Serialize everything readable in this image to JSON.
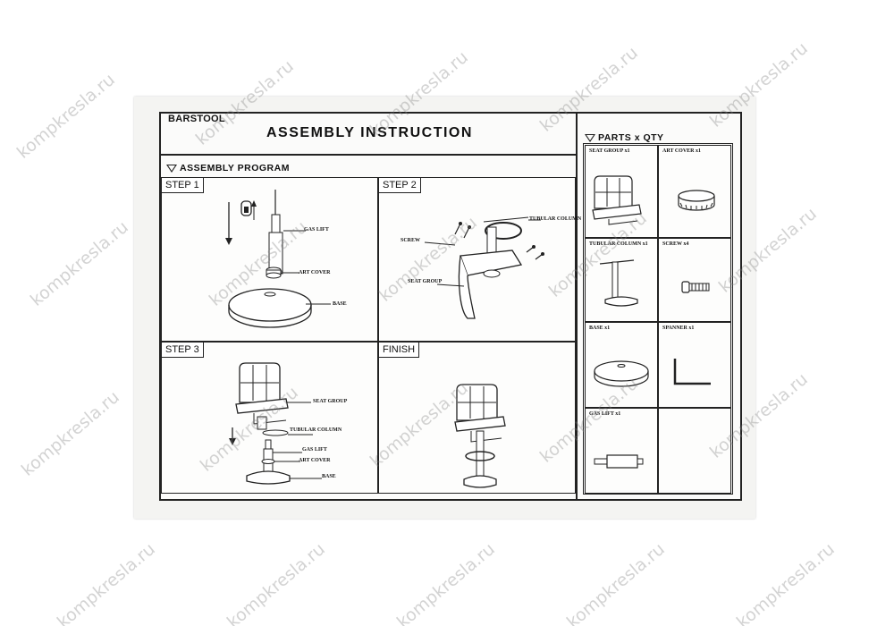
{
  "header": {
    "brand": "BARSTOOL",
    "title": "ASSEMBLY INSTRUCTION"
  },
  "program": {
    "heading": "ASSEMBLY PROGRAM",
    "step1": {
      "label": "STEP 1",
      "callouts": [
        "GAS LIFT",
        "ART COVER",
        "BASE"
      ]
    },
    "step2": {
      "label": "STEP 2",
      "callouts": [
        "TUBULAR COLUMN",
        "SCREW",
        "SEAT GROUP"
      ]
    },
    "step3": {
      "label": "STEP 3",
      "callouts": [
        "SEAT GROUP",
        "TUBULAR COLUMN",
        "GAS LIFT",
        "ART COVER",
        "BASE"
      ]
    },
    "finish": {
      "label": "FINISH"
    }
  },
  "parts": {
    "heading": "PARTS x QTY",
    "items": [
      "SEAT GROUP x1",
      "ART COVER x1",
      "TUBULAR COLUMN x1",
      "SCREW x4",
      "BASE x1",
      "SPANNER x1",
      "GAS LIFT x1"
    ]
  },
  "watermark": {
    "text": "kompkresla.ru"
  }
}
